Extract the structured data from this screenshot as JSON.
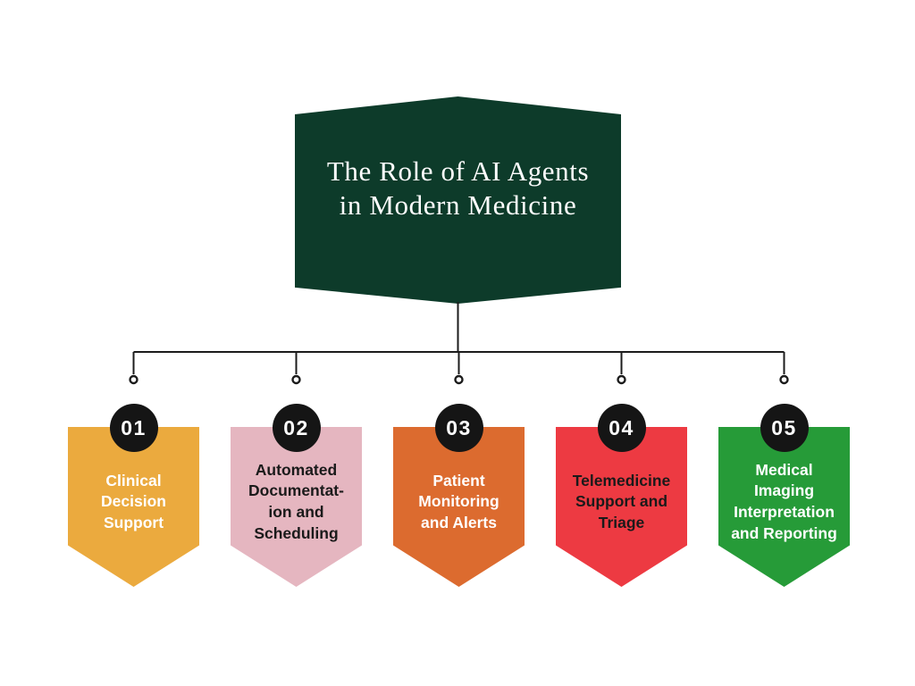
{
  "page": {
    "background": "#ffffff"
  },
  "header": {
    "title": "The Role of AI Agents\nin Modern Medicine",
    "bg_color": "#0d3b2a",
    "text_color": "#ffffff"
  },
  "connector": {
    "line_color": "#1c1c1c"
  },
  "items": [
    {
      "number": "01",
      "label": "Clinical\nDecision\nSupport",
      "bg_color": "#ebaa3e",
      "text_color": "#ffffff",
      "badge_bg": "#151515",
      "badge_text_color": "#ffffff"
    },
    {
      "number": "02",
      "label": "Automated\nDocumentat-\nion and\nScheduling",
      "bg_color": "#e5b6c0",
      "text_color": "#1a1a1a",
      "badge_bg": "#151515",
      "badge_text_color": "#ffffff"
    },
    {
      "number": "03",
      "label": "Patient\nMonitoring\nand Alerts",
      "bg_color": "#dc6b2f",
      "text_color": "#ffffff",
      "badge_bg": "#151515",
      "badge_text_color": "#ffffff"
    },
    {
      "number": "04",
      "label": "Telemedicine\nSupport and\nTriage",
      "bg_color": "#ed3a42",
      "text_color": "#1a1a1a",
      "badge_bg": "#151515",
      "badge_text_color": "#ffffff"
    },
    {
      "number": "05",
      "label": "Medical\nImaging\nInterpretation\nand Reporting",
      "bg_color": "#269b38",
      "text_color": "#ffffff",
      "badge_bg": "#151515",
      "badge_text_color": "#ffffff"
    }
  ]
}
